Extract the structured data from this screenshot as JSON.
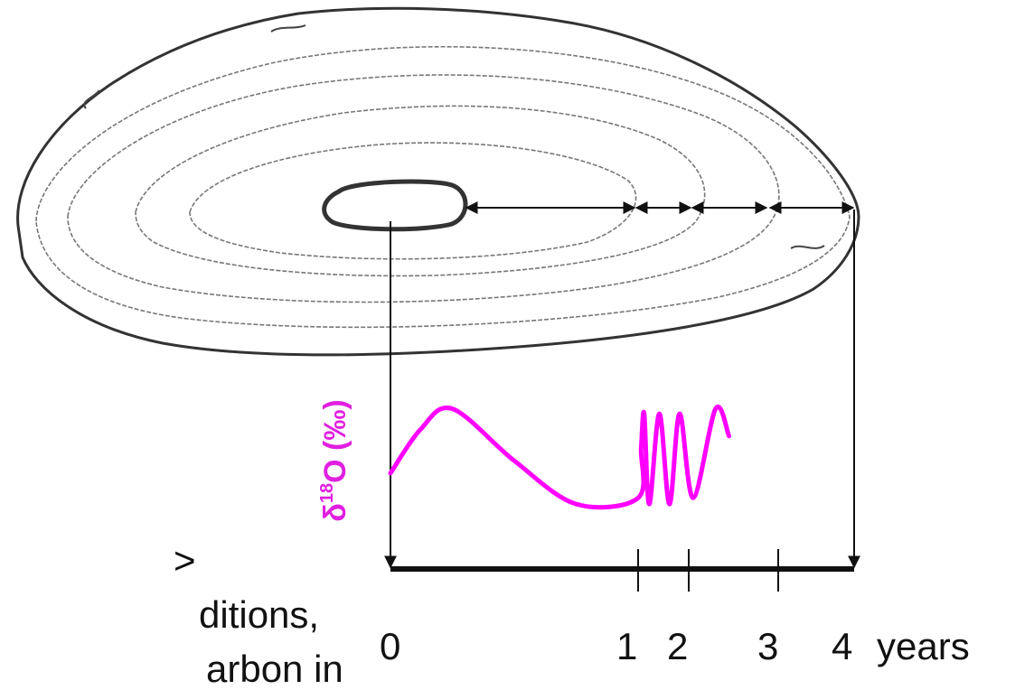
{
  "side_text": {
    "line1": ">",
    "line2": "ditions,",
    "line3": "arbon in"
  },
  "ylabel": {
    "delta": "δ",
    "superscript": "18",
    "rest": "O (‰)"
  },
  "year_labels": [
    "0",
    "1",
    "2",
    "3",
    "4"
  ],
  "unit_label": "years",
  "colors": {
    "curve": "#ff00ff",
    "ylabel": "#e020e0",
    "ink": "#111111"
  },
  "chart_data": {
    "type": "line",
    "ylabel": "δ18O (‰)",
    "xlabel": "years",
    "x_ticks": [
      0,
      1,
      2,
      3,
      4
    ],
    "series": [
      {
        "x": [
          0,
          0.12,
          0.25,
          0.5,
          0.75,
          1.0,
          1.06,
          1.12,
          1.22,
          1.42,
          1.62,
          1.82,
          2.05,
          2.3,
          2.45
        ],
        "y": [
          0.3,
          0.65,
          0.82,
          0.4,
          0.05,
          0.1,
          0.5,
          0.78,
          0.05,
          0.78,
          0.05,
          0.78,
          0.1,
          0.82,
          0.6
        ]
      }
    ]
  }
}
